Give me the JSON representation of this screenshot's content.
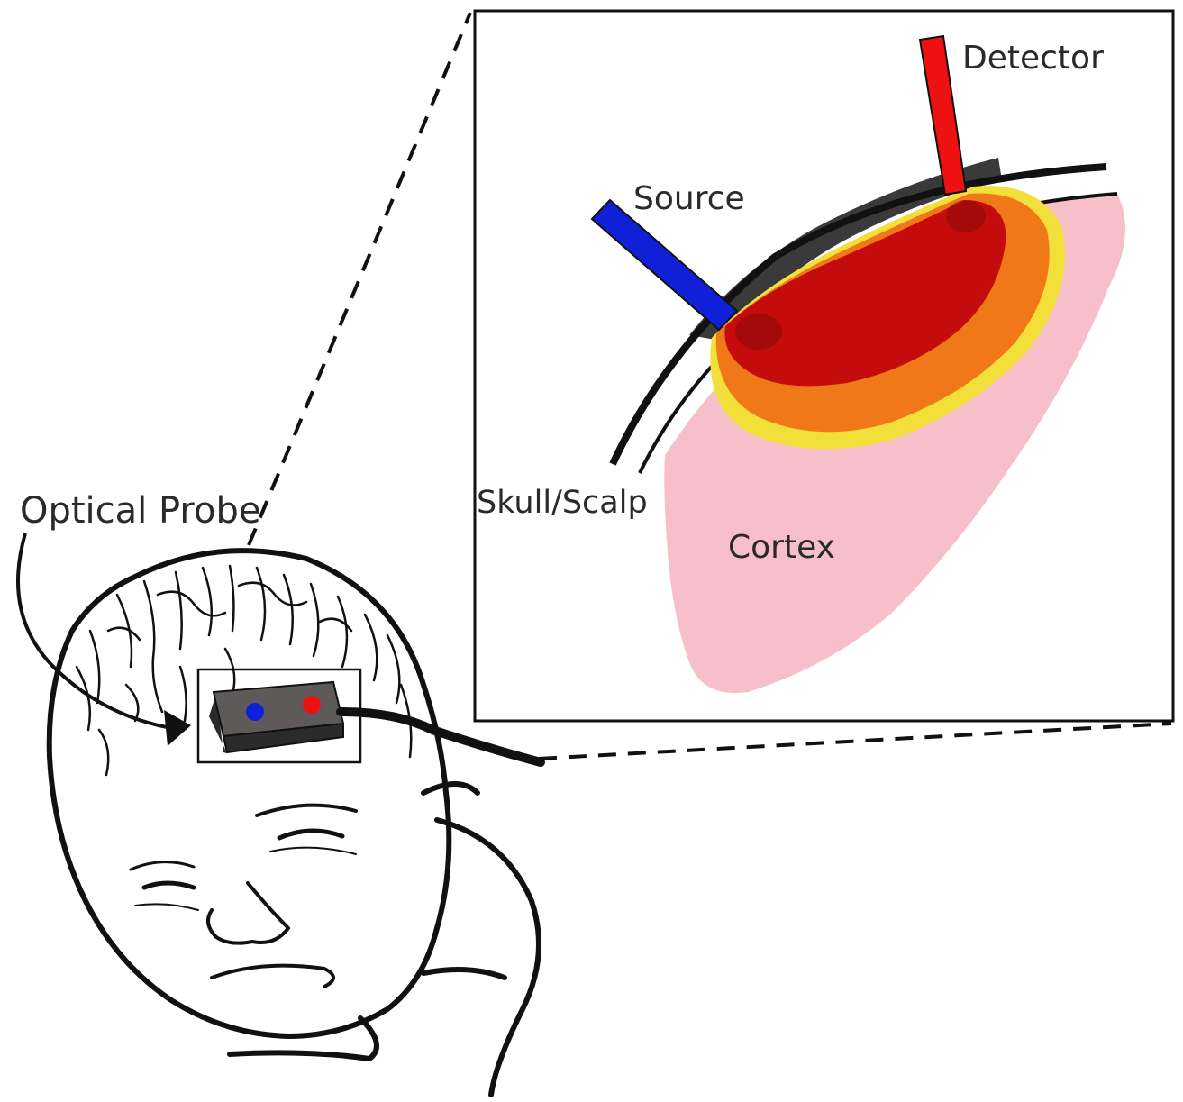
{
  "labels": {
    "optical_probe": "Optical Probe",
    "source": "Source",
    "detector": "Detector",
    "skull_scalp": "Skull/Scalp",
    "cortex": "Cortex"
  },
  "colors": {
    "source": "#1020d8",
    "detector": "#ee1111",
    "cortex": "#f7bfc9",
    "skull": "#3a3a3a",
    "banana_outer": "#f2df3a",
    "banana_mid": "#f07818",
    "banana_inner": "#c40c0c",
    "probe_body": "#5e5a5a"
  }
}
